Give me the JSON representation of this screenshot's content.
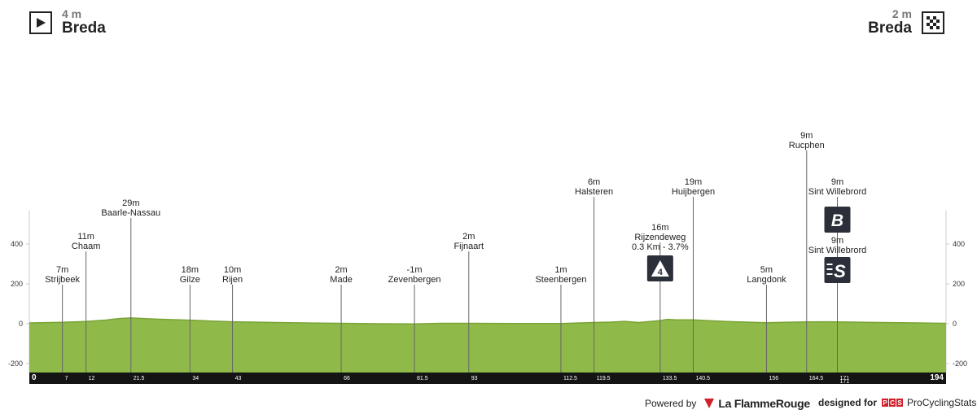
{
  "start": {
    "altitude": "4 m",
    "name": "Breda",
    "icon": "play-icon"
  },
  "finish": {
    "altitude": "2 m",
    "name": "Breda",
    "icon": "checkered-flag-icon"
  },
  "chart_data": {
    "type": "area",
    "distance_range": [
      0,
      194
    ],
    "ylim": [
      -200,
      560
    ],
    "y_ticks": [
      400,
      200,
      0,
      -200
    ],
    "profile": [
      [
        0,
        4
      ],
      [
        7,
        7
      ],
      [
        12,
        11
      ],
      [
        16,
        18
      ],
      [
        19,
        26
      ],
      [
        21.5,
        29
      ],
      [
        27,
        23
      ],
      [
        34,
        18
      ],
      [
        38,
        14
      ],
      [
        43,
        10
      ],
      [
        55,
        5
      ],
      [
        66,
        2
      ],
      [
        74,
        0
      ],
      [
        81.5,
        -1
      ],
      [
        87,
        2
      ],
      [
        93,
        2
      ],
      [
        103,
        1
      ],
      [
        112.5,
        1
      ],
      [
        119.5,
        6
      ],
      [
        123,
        8
      ],
      [
        126,
        12
      ],
      [
        129,
        6
      ],
      [
        133.5,
        16
      ],
      [
        135,
        22
      ],
      [
        137,
        19
      ],
      [
        140.5,
        19
      ],
      [
        145,
        14
      ],
      [
        150,
        9
      ],
      [
        156,
        5
      ],
      [
        160,
        7
      ],
      [
        164.5,
        9
      ],
      [
        168,
        10
      ],
      [
        171,
        9
      ],
      [
        180,
        6
      ],
      [
        188,
        4
      ],
      [
        194,
        2
      ]
    ],
    "km_labels": [
      "0",
      "194"
    ],
    "extra_km_label": "171",
    "waypoints": [
      {
        "km": 7,
        "km_label": "7",
        "alt": "7m",
        "name": "Strijbeek",
        "level": 2
      },
      {
        "km": 12,
        "km_label": "12",
        "alt": "11m",
        "name": "Chaam",
        "level": 3
      },
      {
        "km": 21.5,
        "km_label": "21.5",
        "alt": "29m",
        "name": "Baarle-Nassau",
        "level": 5
      },
      {
        "km": 34,
        "km_label": "34",
        "alt": "18m",
        "name": "Gilze",
        "level": 2
      },
      {
        "km": 43,
        "km_label": "43",
        "alt": "10m",
        "name": "Rijen",
        "level": 2
      },
      {
        "km": 66,
        "km_label": "66",
        "alt": "2m",
        "name": "Made",
        "level": 2
      },
      {
        "km": 81.5,
        "km_label": "81.5",
        "alt": "-1m",
        "name": "Zevenbergen",
        "level": 2
      },
      {
        "km": 93,
        "km_label": "93",
        "alt": "2m",
        "name": "Fijnaart",
        "level": 3
      },
      {
        "km": 112.5,
        "km_label": "112.5",
        "alt": "1m",
        "name": "Steenbergen",
        "level": 2
      },
      {
        "km": 119.5,
        "km_label": "119.5",
        "alt": "6m",
        "name": "Halsteren",
        "level": 6
      },
      {
        "km": 133.5,
        "km_label": "133.5",
        "alt": "16m",
        "name": "Rijzendeweg",
        "extra": "0.3 Km - 3.7%",
        "level": 4,
        "badge": "climb-category-4"
      },
      {
        "km": 140.5,
        "km_label": "140.5",
        "alt": "19m",
        "name": "Huijbergen",
        "level": 6
      },
      {
        "km": 156,
        "km_label": "156",
        "alt": "5m",
        "name": "Langdonk",
        "level": 2
      },
      {
        "km": 164.5,
        "km_label": "164.5",
        "alt": "9m",
        "name": "Rucphen",
        "level": 7
      },
      {
        "km": 171,
        "km_label": "171",
        "alt": "9m",
        "name": "Sint Willebrord",
        "level": 6,
        "badge": "bonus-sprint",
        "second": {
          "alt": "9m",
          "name": "Sint Willebrord",
          "badge": "intermediate-sprint"
        }
      }
    ],
    "badges": {
      "climb": "4",
      "bonus": "B",
      "sprint": "S"
    },
    "colors": {
      "fill": "#8fba4a",
      "top": "#7aa436",
      "bar": "#141414",
      "line": "#666666",
      "axis": "#cccccc",
      "badge": "#2b2f3a"
    }
  },
  "footer": {
    "powered_by": "Powered by",
    "lfr_brand": "La FlammeRouge",
    "designed_for": "designed for",
    "pcs_letters": [
      "P",
      "C",
      "S"
    ],
    "pcs_brand": "ProCyclingStats"
  }
}
